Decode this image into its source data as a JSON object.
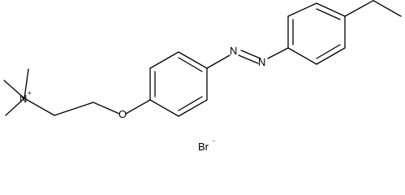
{
  "structure": {
    "labels": {
      "ammonium_nitrogen": "N",
      "ammonium_charge": "+",
      "ether_oxygen": "O",
      "azo_n1": "N",
      "azo_n2": "N",
      "counterion": "Br",
      "counterion_charge": "-"
    },
    "colors": {
      "bond": "#000000",
      "text": "#000000",
      "background": "#ffffff"
    }
  }
}
